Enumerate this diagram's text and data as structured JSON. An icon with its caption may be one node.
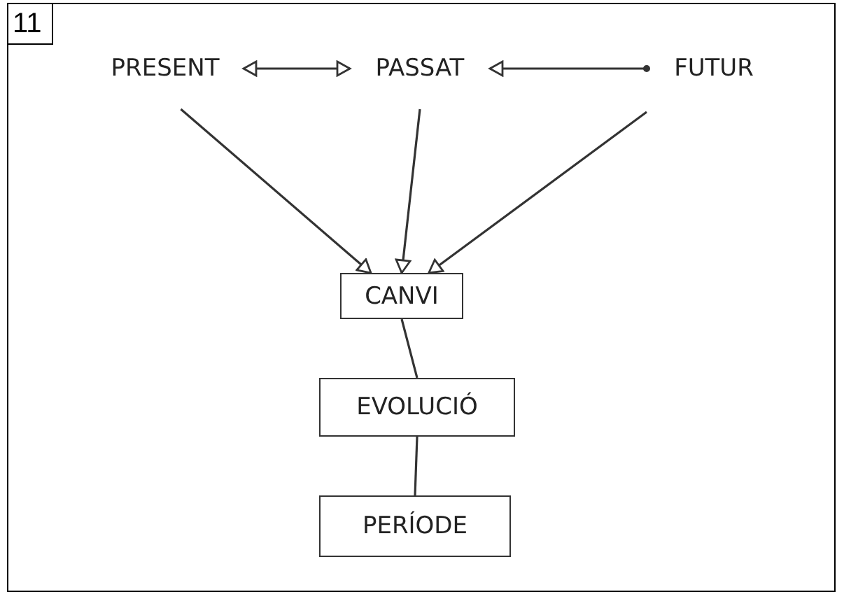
{
  "diagram": {
    "nodes": [
      {
        "text": [
          "PRESENT"
        ]
      },
      {
        "text": [
          "PASSAT"
        ]
      },
      {
        "text": [
          "FUTUR"
        ]
      },
      {
        "text": [
          "CANVI"
        ]
      },
      {
        "text": [
          "EVOLUCIÓ"
        ]
      },
      {
        "text": [
          "PERÍODE"
        ]
      }
    ],
    "edges": [
      {
        "from": 0,
        "to": 1,
        "arrow": "both"
      },
      {
        "from": 2,
        "to": 1,
        "arrow": "to"
      },
      {
        "from": 0,
        "to": 3,
        "arrow": "to"
      },
      {
        "from": 1,
        "to": 3,
        "arrow": "to"
      },
      {
        "from": 2,
        "to": 3,
        "arrow": "to"
      },
      {
        "from": 3,
        "to": 4,
        "arrow": "none"
      },
      {
        "from": 4,
        "to": 5,
        "arrow": "none"
      }
    ],
    "labels": [
      "11"
    ]
  }
}
